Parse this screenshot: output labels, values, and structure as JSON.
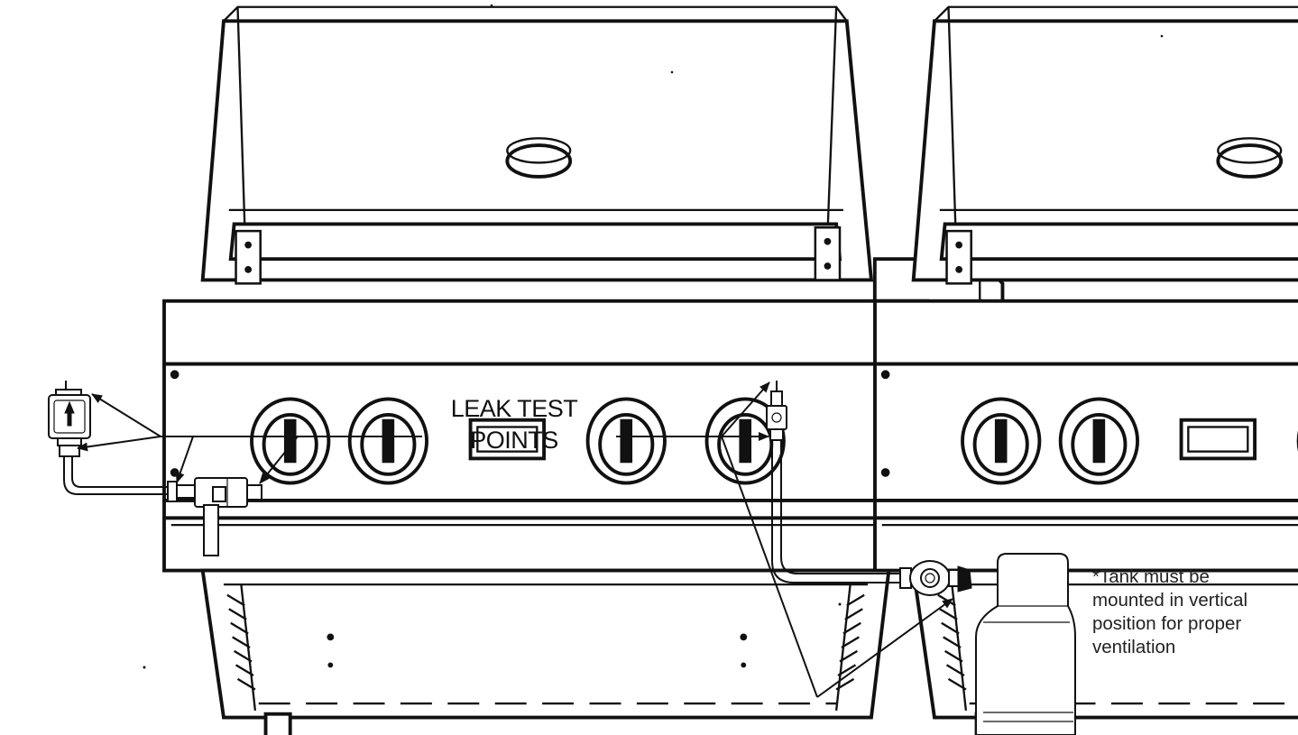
{
  "callouts": {
    "leak_test_line1": "LEAK TEST",
    "leak_test_line2": "POINTS",
    "tank_note_line1": "*Tank must be",
    "tank_note_line2": "mounted in vertical",
    "tank_note_line3": "position for proper",
    "tank_note_line4": "ventilation"
  },
  "colors": {
    "ink": "#111111",
    "background": "#ffffff"
  }
}
